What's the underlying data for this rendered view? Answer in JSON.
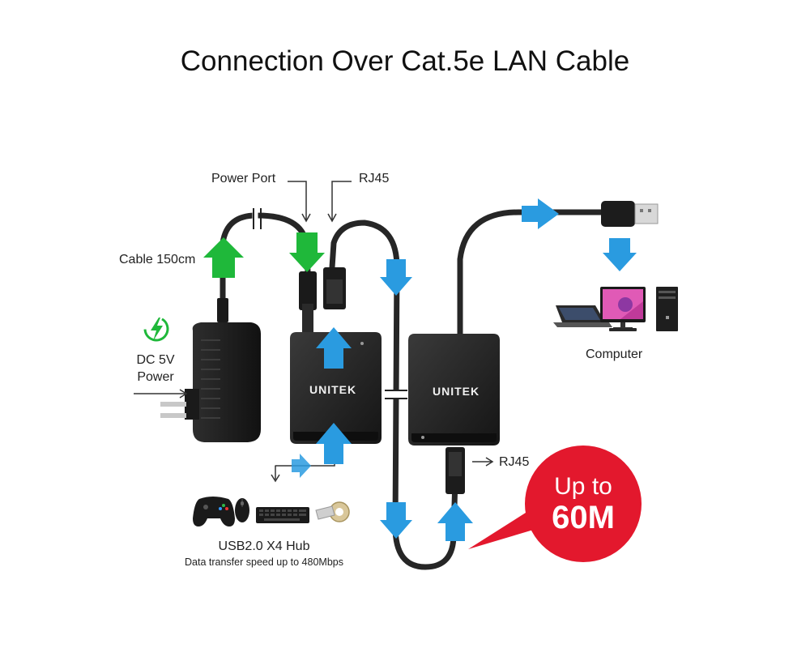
{
  "title": "Connection Over Cat.5e LAN Cable",
  "labels": {
    "power_port": "Power Port",
    "rj45_top": "RJ45",
    "rj45_bottom": "RJ45",
    "cable": "Cable 150cm",
    "dc_line1": "DC 5V",
    "dc_line2": "Power",
    "computer": "Computer",
    "hub_title": "USB2.0 X4 Hub",
    "hub_sub": "Data transfer speed up to 480Mbps"
  },
  "devices": {
    "transmitter_brand": "UNITEK",
    "receiver_brand": "UNITEK"
  },
  "badge": {
    "line1": "Up to",
    "line2": "60M"
  },
  "colors": {
    "flow_arrow": "#2a9be0",
    "power_arrow": "#1fb83a",
    "badge": "#e3182d",
    "device": "#222222",
    "cable": "#262626"
  },
  "icons": [
    "lightning-icon",
    "gamepad-icon",
    "mouse-icon",
    "keyboard-icon",
    "usb-drive-icon",
    "laptop-icon",
    "monitor-icon",
    "desktop-tower-icon",
    "usb-plug-icon",
    "power-adapter-icon"
  ]
}
